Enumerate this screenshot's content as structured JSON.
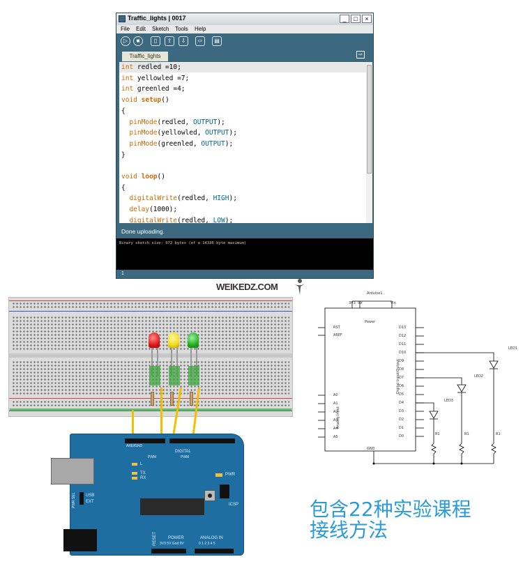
{
  "window": {
    "title": "Traffic_lights | 0017",
    "minimize": "_",
    "maximize": "□",
    "close": "×"
  },
  "menu": [
    "File",
    "Edit",
    "Sketch",
    "Tools",
    "Help"
  ],
  "toolbar": [
    "verify-icon",
    "stop-icon",
    "new-icon",
    "open-icon",
    "save-icon",
    "upload-icon",
    "serial-monitor-icon"
  ],
  "tab": {
    "label": "Traffic_lights"
  },
  "code": [
    "int redled =10;",
    "int yellowled =7;",
    "int greenled =4;",
    "void setup()",
    "{",
    "  pinMode(redled, OUTPUT);",
    "  pinMode(yellowled, OUTPUT);",
    "  pinMode(greenled, OUTPUT);",
    "}",
    "",
    "void loop()",
    "{",
    "  digitalWrite(redled, HIGH);",
    "  delay(1000);",
    "  digitalWrite(redled, LOW);"
  ],
  "status": {
    "message": "Done uploading."
  },
  "console": {
    "text": "Binary sketch size: 972 bytes (of a 14336 byte maximum)"
  },
  "line_number": "1",
  "watermark": "WEIKEDZ.COM",
  "board": {
    "labels": {
      "aref": "AREF",
      "gnd": "GND",
      "digital": "DIGITAL",
      "pwm": "PWM",
      "pwr": "PWR",
      "tx": "TX",
      "rx": "RX",
      "l": "L",
      "pwr_sel": "PWR SEL",
      "usb": "USB",
      "ext": "EXT",
      "icsp": "ICSP",
      "reset": "RESET",
      "power": "POWER",
      "power_pins": "3V3 5V Gnd 9V",
      "analog_in": "ANALOG IN",
      "analog_pins": "0 1 2 3 4 5"
    }
  },
  "schematic": {
    "title": "Arduino1",
    "top_pins": [
      "3V3",
      "5V",
      "Vin"
    ],
    "power": "Power",
    "left_pins": [
      "RST",
      "AREF",
      "A0",
      "A1",
      "A2",
      "A3",
      "A4",
      "A5"
    ],
    "analog_label": "Analog Input",
    "right_pins": [
      "D13",
      "D12",
      "D11",
      "D10",
      "D9",
      "D8",
      "D7",
      "D6",
      "D5",
      "D4",
      "D3",
      "D2",
      "D1",
      "D0"
    ],
    "digital_label": "Digital Input/Output",
    "gnd": "GND",
    "leds": [
      "LED1",
      "LED2",
      "LED3"
    ],
    "resistors": [
      "R1",
      "R1",
      "R1"
    ]
  },
  "caption": {
    "line1": "包含22种实验课程",
    "line2": "接线方法"
  },
  "colors": {
    "ide_bg": "#3c6980",
    "keyword": "#cc6600",
    "constant": "#006699",
    "board": "#1f6ea2",
    "caption": "#2a9bd8"
  }
}
